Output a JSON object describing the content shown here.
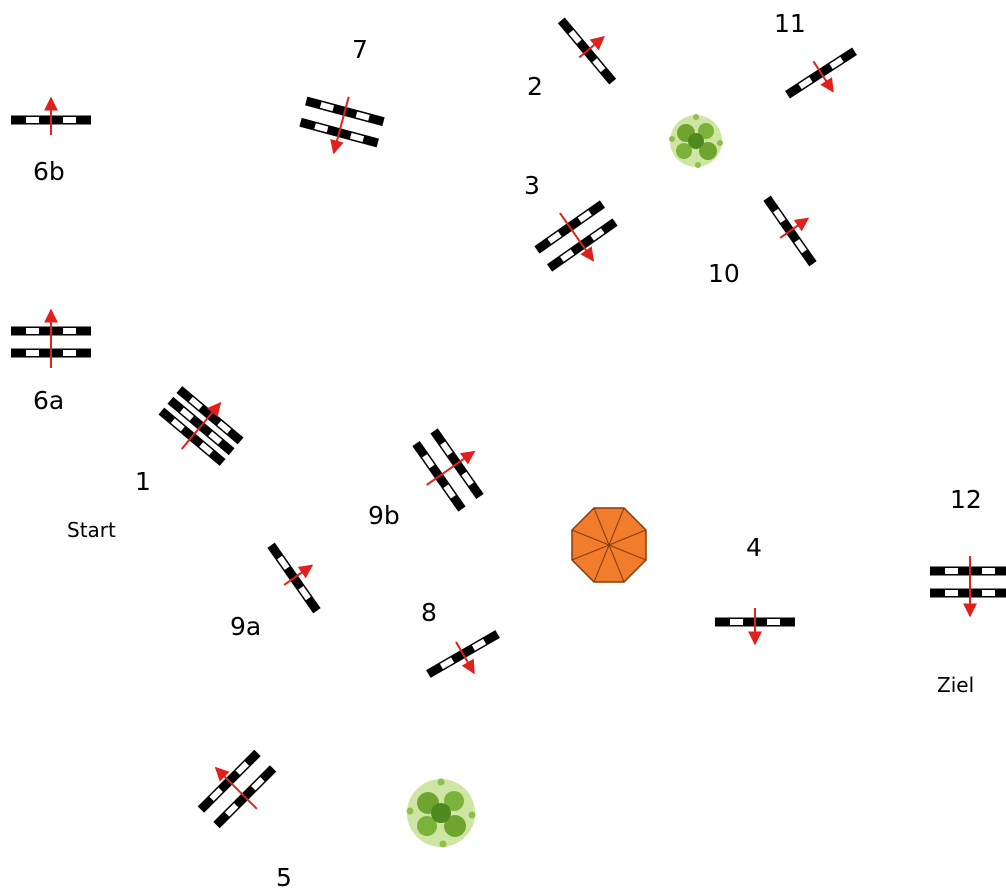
{
  "course": {
    "labels": {
      "l1": "1",
      "l2": "2",
      "l3": "3",
      "l4": "4",
      "l5": "5",
      "l6a": "6a",
      "l6b": "6b",
      "l7": "7",
      "l8": "8",
      "l9a": "9a",
      "l9b": "9b",
      "l10": "10",
      "l11": "11",
      "l12": "12",
      "start": "Start",
      "finish": "Ziel"
    },
    "obstacles": [
      {
        "id": "1",
        "type": "triple-jump"
      },
      {
        "id": "2",
        "type": "single-jump"
      },
      {
        "id": "3",
        "type": "double-jump"
      },
      {
        "id": "4",
        "type": "single-jump"
      },
      {
        "id": "5",
        "type": "double-jump"
      },
      {
        "id": "6a",
        "type": "double-jump"
      },
      {
        "id": "6b",
        "type": "single-jump"
      },
      {
        "id": "7",
        "type": "double-jump"
      },
      {
        "id": "8",
        "type": "single-jump"
      },
      {
        "id": "9a",
        "type": "single-jump"
      },
      {
        "id": "9b",
        "type": "double-jump"
      },
      {
        "id": "10",
        "type": "single-jump"
      },
      {
        "id": "11",
        "type": "single-jump"
      },
      {
        "id": "12",
        "type": "double-jump"
      }
    ],
    "decorations": [
      "plant",
      "plant",
      "umbrella"
    ],
    "colors": {
      "pole_dark": "#000000",
      "pole_light": "#ffffff",
      "arrow": "#e0201b",
      "umbrella_fill": "#f07c2c",
      "umbrella_stroke": "#8a3a0e",
      "plant_dark": "#4e8a1e",
      "plant_light": "#a6cf5a"
    }
  }
}
